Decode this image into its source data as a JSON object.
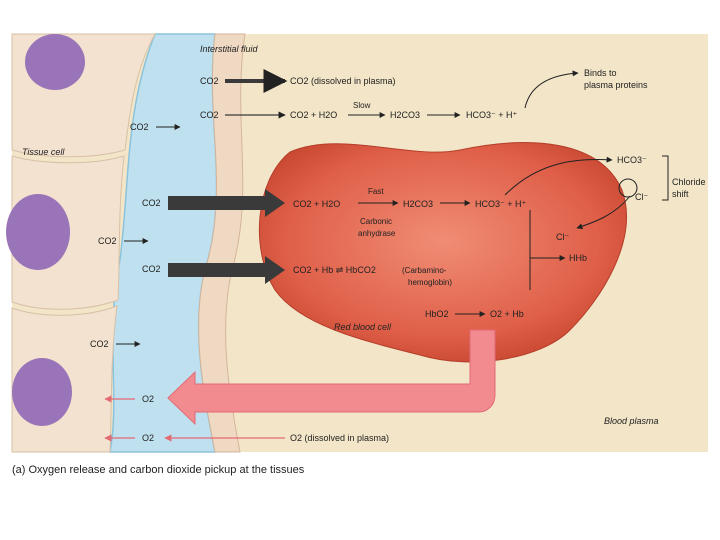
{
  "labels": {
    "interstitial_fluid": "Interstitial fluid",
    "tissue_cell": "Tissue cell",
    "red_blood_cell": "Red blood cell",
    "blood_plasma": "Blood plasma",
    "chloride_shift_1": "Chloride",
    "chloride_shift_2": "shift",
    "binds_1": "Binds to",
    "binds_2": "plasma proteins",
    "slow": "Slow",
    "fast": "Fast",
    "carbonic_1": "Carbonic",
    "carbonic_2": "anhydrase",
    "carbamino_1": "(Carbamino-",
    "carbamino_2": "hemoglobin)"
  },
  "row1": {
    "left": "CO2",
    "right": "CO2 (dissolved in plasma)"
  },
  "row2": {
    "left": "CO2",
    "eq_a": "CO2 + H2O",
    "eq_b": "H2CO3",
    "eq_c": "HCO3⁻ + H⁺"
  },
  "row3": {
    "left": "CO2",
    "eq_a": "CO2 + H2O",
    "eq_b": "H2CO3",
    "eq_c": "HCO3⁻ + H⁺"
  },
  "row4": {
    "left": "CO2",
    "eq": "CO2 + Hb ⇌ HbCO2"
  },
  "row5": {
    "eq_a": "HbO2",
    "eq_b": "O2 + Hb"
  },
  "hhb": "HHb",
  "hco3_out": "HCO3⁻",
  "cl_out": "Cl⁻",
  "cl_in": "Cl⁻",
  "co2_cells": [
    "CO2",
    "CO2",
    "CO2"
  ],
  "o2_out": [
    "O2",
    "O2"
  ],
  "o2_dissolved": "O2 (dissolved in plasma)",
  "caption": "(a) Oxygen release and carbon dioxide pickup at the tissues",
  "colors": {
    "background_panel": "#f3e6c8",
    "tissue_cell": "#f2e2cf",
    "nucleus": "#9a74b8",
    "interstitial": "#bfe0ee",
    "rbc": "#e0604a",
    "o2_arrow": "#f18b8f",
    "dark_arrow": "#3a3a3a"
  }
}
